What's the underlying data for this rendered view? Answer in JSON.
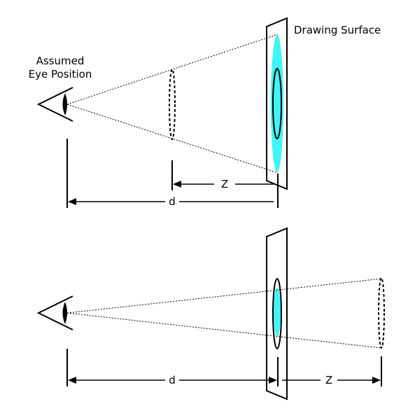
{
  "labels": {
    "eye_position_line1": "Assumed",
    "eye_position_line2": "Eye Position",
    "drawing_surface": "Drawing Surface",
    "top_z": "Z",
    "top_d": "d",
    "bottom_d": "d",
    "bottom_z": "Z"
  },
  "colors": {
    "projection_fill": "#3ff5f5",
    "line": "#000000"
  }
}
